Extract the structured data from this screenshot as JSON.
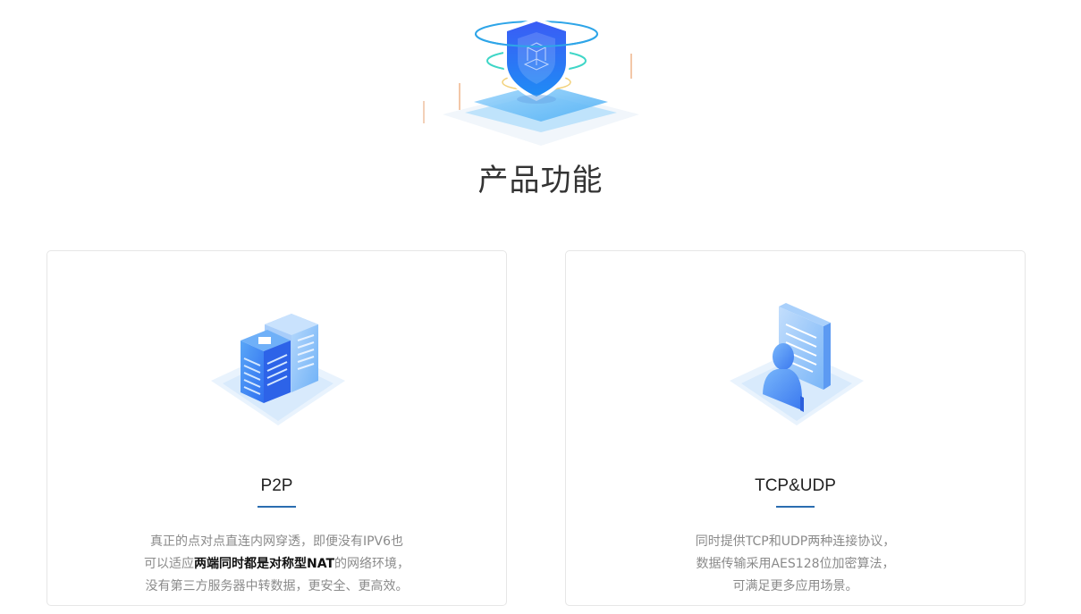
{
  "header": {
    "icon": "shield-security-icon",
    "title": "产品功能"
  },
  "features": [
    {
      "icon": "server-buildings-icon",
      "title": "P2P",
      "desc_line1": "真正的点对点直连内网穿透，即便没有IPV6也",
      "desc_line2_pre": "可以适应",
      "desc_line2_bold": "两端同时都是对称型NAT",
      "desc_line2_post": "的网络环境，",
      "desc_line3": "没有第三方服务器中转数据，更安全、更高效。"
    },
    {
      "icon": "user-document-icon",
      "title": "TCP&UDP",
      "desc_line1": "同时提供TCP和UDP两种连接协议，",
      "desc_line2": "数据传输采用AES128位加密算法，",
      "desc_line3": "可满足更多应用场景。"
    }
  ],
  "colors": {
    "accent_underline": "#2a6db0",
    "title_text": "#333333",
    "desc_text": "#8a8a8a",
    "card_border": "#e6e6e6"
  }
}
